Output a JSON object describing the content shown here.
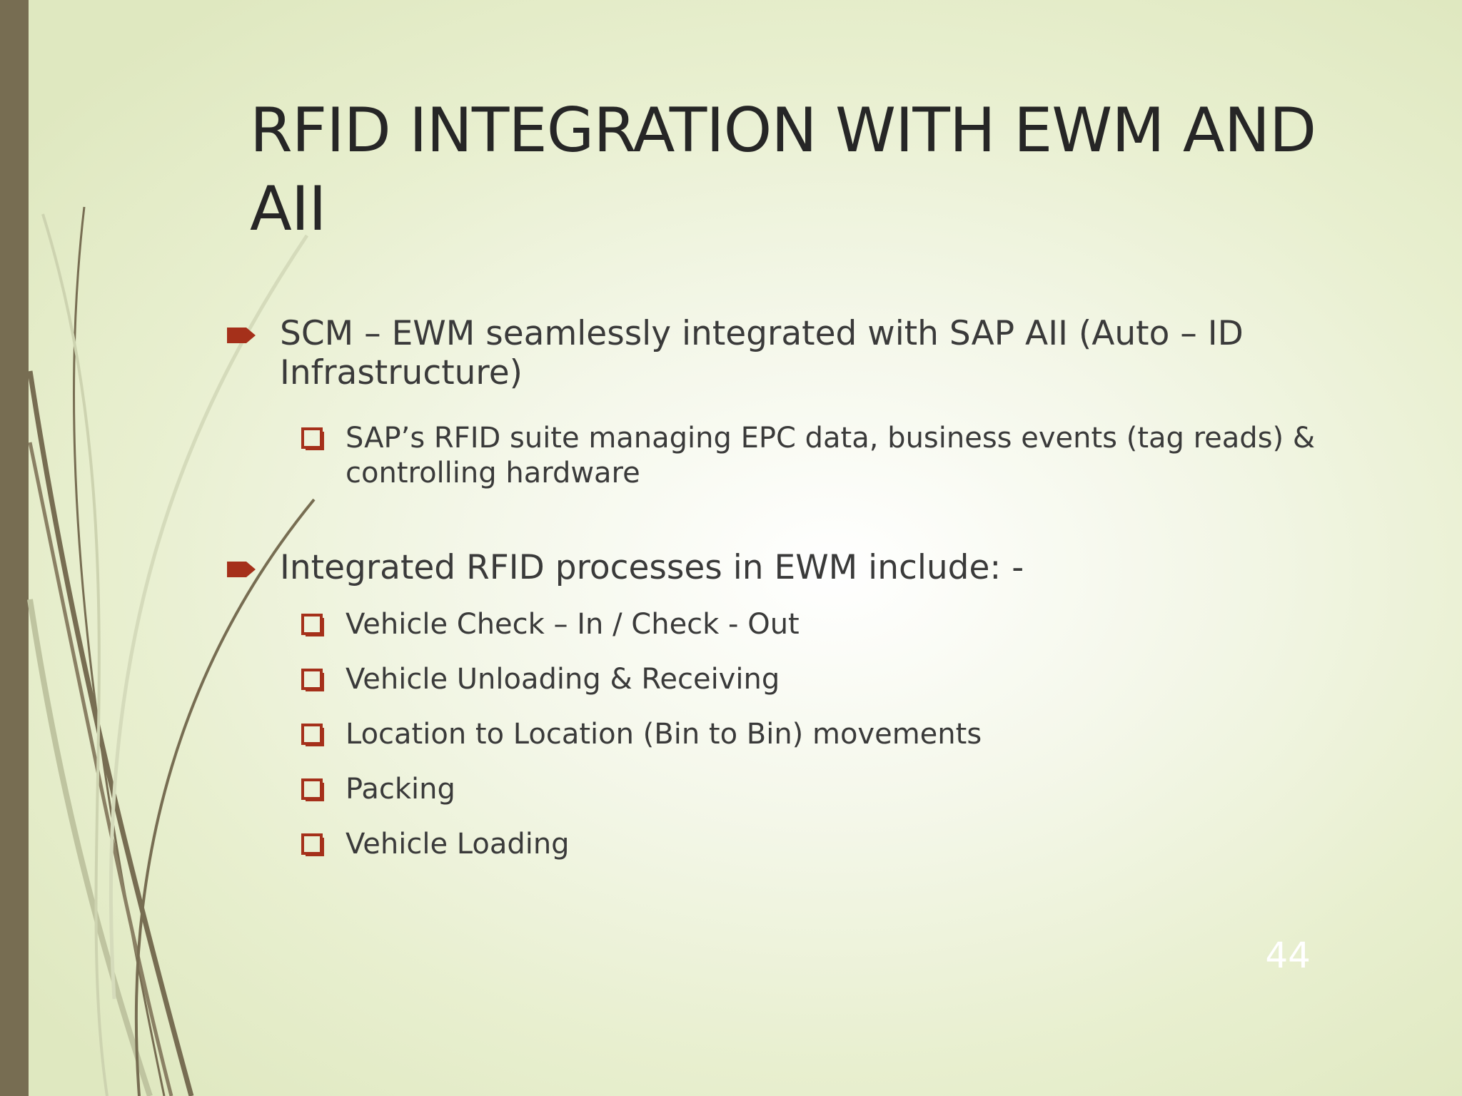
{
  "slide": {
    "title": "RFID INTEGRATION WITH EWM AND AII",
    "bullets": [
      {
        "text": "SCM – EWM seamlessly integrated with SAP AII (Auto – ID Infrastructure)",
        "sub": [
          "SAP’s RFID suite managing EPC data, business events (tag reads) & controlling hardware"
        ]
      },
      {
        "text": "Integrated RFID processes in EWM include: -",
        "sub": [
          "Vehicle Check – In / Check - Out",
          "Vehicle Unloading & Receiving",
          "Location to Location (Bin to Bin) movements",
          "Packing",
          "Vehicle Loading"
        ]
      }
    ],
    "page_number": "44"
  },
  "colors": {
    "accent": "#a5301a",
    "left_bar": "#776d52",
    "title_text": "#262626",
    "body_text": "#3a3a3a"
  },
  "icons": {
    "level1": "arrow-bullet-icon",
    "level2": "hollow-square-bullet-icon"
  }
}
